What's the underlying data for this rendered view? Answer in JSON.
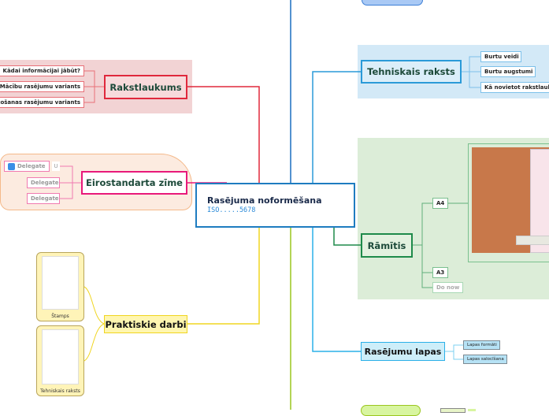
{
  "central": {
    "title": "Rasējuma noformēšana",
    "subtitle": "ISO.....5678"
  },
  "topics": {
    "rakstlaukums": {
      "label": "Rakstlaukums",
      "children": [
        "Kādai informācijai jābūt?",
        "Mācību rasējumu variants",
        "Ražošanas rasējumu variants"
      ]
    },
    "eirostandarta": {
      "label": "Eirostandarta zīme",
      "children": [
        "Delegate",
        "Delegate",
        "Delegate"
      ],
      "badge": "U"
    },
    "praktiskie": {
      "label": "Praktiskie darbi",
      "children": [
        "Štamps",
        "Tehniskais raksts"
      ]
    },
    "tehniskais": {
      "label": "Tehniskais raksts",
      "children": [
        "Burtu veidi",
        "Burtu augstumi",
        "Kā novietot rakstlaukumu"
      ]
    },
    "ramitis": {
      "label": "Rāmītis",
      "children": [
        "A4",
        "A3",
        "Do now"
      ]
    },
    "lapas": {
      "label": "Rasējumu lapas",
      "children": [
        "Lapas formāti",
        "Lapas salocīšana"
      ]
    }
  },
  "colors": {
    "red": "#e0283c",
    "pink": "#e8197a",
    "yellow": "#f0d520",
    "blue": "#1a6fc0",
    "lightblue": "#2a9ad8",
    "green": "#1e8a4a",
    "lime": "#9ac61e"
  }
}
